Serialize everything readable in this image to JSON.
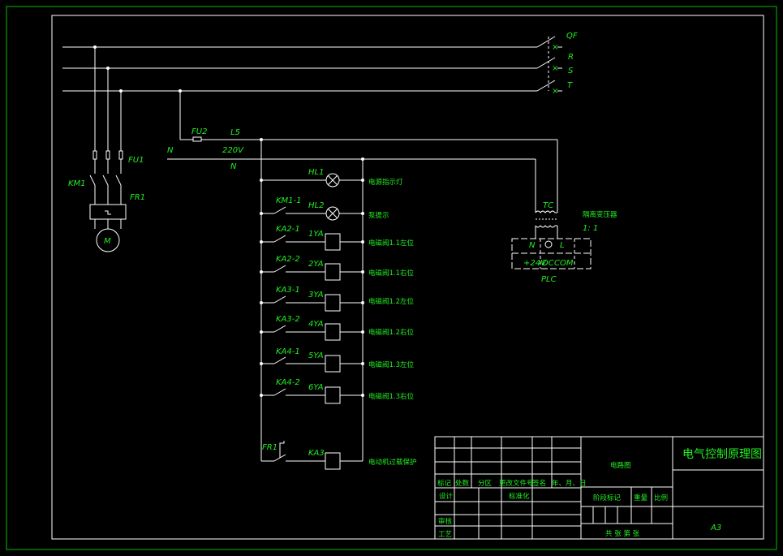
{
  "supply": {
    "qf": "QF",
    "r": "R",
    "s": "S",
    "t": "T",
    "fu1": "FU1",
    "km1": "KM1",
    "fr1": "FR1",
    "motor": "M",
    "fu2": "FU2",
    "l5": "L5",
    "v220": "220V",
    "n_left": "N",
    "n_right": "N"
  },
  "rungs": [
    {
      "contact": "",
      "device": "HL1",
      "desc": "电源指示灯"
    },
    {
      "contact": "KM1-1",
      "device": "HL2",
      "desc": "泵提示"
    },
    {
      "contact": "KA2-1",
      "device": "1YA",
      "desc": "电磁阀1.1左位"
    },
    {
      "contact": "KA2-2",
      "device": "2YA",
      "desc": "电磁阀1.1右位"
    },
    {
      "contact": "KA3-1",
      "device": "3YA",
      "desc": "电磁阀1.2左位"
    },
    {
      "contact": "KA3-2",
      "device": "4YA",
      "desc": "电磁阀1.2右位"
    },
    {
      "contact": "KA4-1",
      "device": "5YA",
      "desc": "电磁阀1.3左位"
    },
    {
      "contact": "KA4-2",
      "device": "6YA",
      "desc": "电磁阀1.3右位"
    },
    {
      "contact": "FR1",
      "device": "KA3",
      "desc": "电动机过载保护"
    }
  ],
  "plc": {
    "tc": "TC",
    "transformer": "隔离变压器",
    "ratio": "1: 1",
    "n": "N",
    "l": "L",
    "v24": "+24V",
    "dc": "DC",
    "com": "COM",
    "label": "PLC"
  },
  "title_block": {
    "mark": "标记",
    "count": "处数",
    "zone": "分区",
    "docno": "更改文件号",
    "signature": "签名",
    "date": "年、月、日",
    "design": "设计",
    "standard": "标准化",
    "review": "审核",
    "process": "工艺",
    "stage": "阶段标记",
    "weight": "重量",
    "scale": "比例",
    "total": "共  张 第  张",
    "name": "电路图",
    "drawing_title": "电气控制原理图",
    "size": "A3"
  }
}
